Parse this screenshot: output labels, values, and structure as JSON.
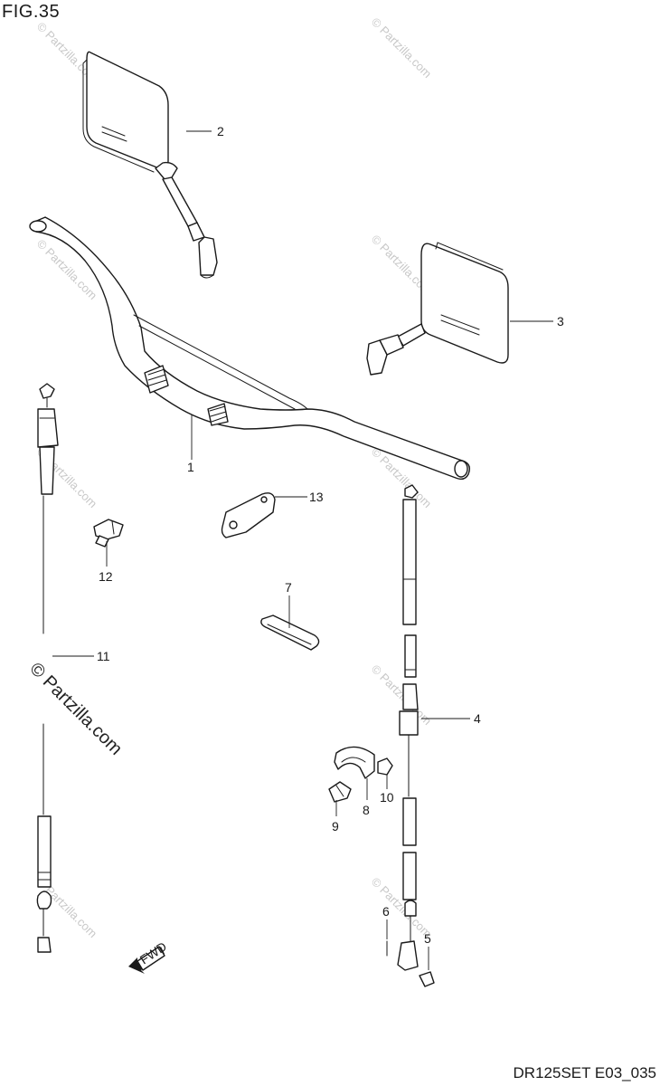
{
  "figure": {
    "title": "FIG.35",
    "code": "DR125SET E03_035"
  },
  "watermark": {
    "text": "© Partzilla.com"
  },
  "callouts": [
    {
      "id": "1",
      "label": "1"
    },
    {
      "id": "2",
      "label": "2"
    },
    {
      "id": "3",
      "label": "3"
    },
    {
      "id": "4",
      "label": "4"
    },
    {
      "id": "5",
      "label": "5"
    },
    {
      "id": "6",
      "label": "6"
    },
    {
      "id": "7",
      "label": "7"
    },
    {
      "id": "8",
      "label": "8"
    },
    {
      "id": "9",
      "label": "9"
    },
    {
      "id": "10",
      "label": "10"
    },
    {
      "id": "11",
      "label": "11"
    },
    {
      "id": "12",
      "label": "12"
    },
    {
      "id": "13",
      "label": "13"
    }
  ],
  "fwd_arrow": {
    "label": "FWD"
  }
}
